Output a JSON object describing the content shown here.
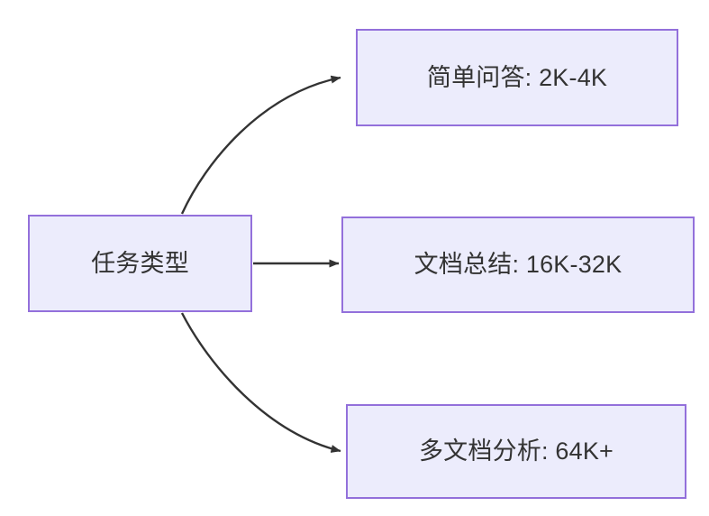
{
  "diagram": {
    "type": "flowchart",
    "direction": "left-to-right",
    "background_color": "#ffffff",
    "node_fill_color": "#ececfc",
    "node_border_color": "#9370db",
    "node_text_color": "#333333",
    "edge_color": "#333333",
    "source_node": {
      "id": "task-type",
      "label": "任务类型"
    },
    "target_nodes": [
      {
        "id": "simple-qa",
        "label": "简单问答: 2K-4K"
      },
      {
        "id": "doc-summary",
        "label": "文档总结: 16K-32K"
      },
      {
        "id": "multidoc-analysis",
        "label": "多文档分析: 64K+"
      }
    ],
    "edges": [
      {
        "from": "task-type",
        "to": "simple-qa",
        "style": "curved",
        "arrow": "arrowhead-icon",
        "label": ""
      },
      {
        "from": "task-type",
        "to": "doc-summary",
        "style": "straight",
        "arrow": "arrowhead-icon",
        "label": ""
      },
      {
        "from": "task-type",
        "to": "multidoc-analysis",
        "style": "curved",
        "arrow": "arrowhead-icon",
        "label": ""
      }
    ]
  }
}
